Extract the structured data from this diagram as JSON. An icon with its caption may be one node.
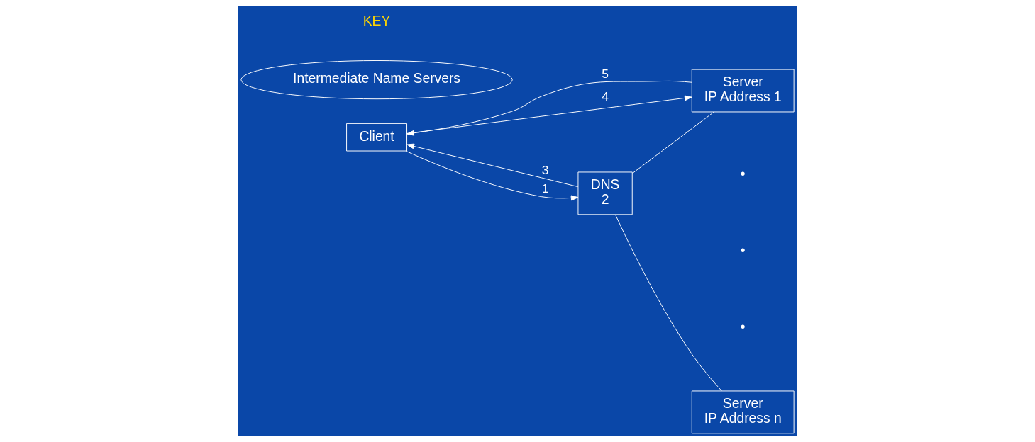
{
  "diagram": {
    "nodes": [
      {
        "text": [
          "Client"
        ]
      },
      {
        "text": [
          "Intermediate Name Servers"
        ]
      },
      {
        "text": [
          "DNS",
          "2"
        ]
      },
      {
        "text": [
          "Server",
          "IP Address 1"
        ]
      },
      {
        "text": [
          "Server",
          "IP Address n"
        ]
      }
    ],
    "edges": [
      {
        "from": 0,
        "to": 2,
        "arrow": "to",
        "label": "1"
      },
      {
        "from": 2,
        "to": 0,
        "arrow": "to",
        "label": "3"
      },
      {
        "from": 0,
        "to": 3,
        "arrow": "to",
        "label": "4"
      },
      {
        "from": 3,
        "to": 0,
        "arrow": "to",
        "label": "5"
      },
      {
        "from": 2,
        "to": 3,
        "arrow": "none"
      },
      {
        "from": 2,
        "to": 4,
        "arrow": "none"
      }
    ],
    "labels": [
      "•",
      "•",
      "•",
      "KEY"
    ]
  }
}
